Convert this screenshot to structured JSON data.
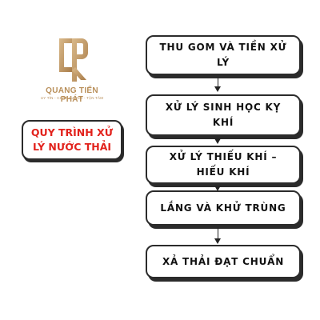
{
  "logo": {
    "brand": "QUANG TIẾN PHÁT",
    "tagline": "UY TÍN - CHẤT LƯỢNG - TẬN TÂM",
    "color": "#b98f5a"
  },
  "title": "QUY TRÌNH XỬ LÝ NƯỚC THẢI",
  "steps": [
    "THU GOM VÀ TIỀN XỬ LÝ",
    "XỬ LÝ SINH HỌC KỴ KHÍ",
    "XỬ LÝ THIẾU KHÍ – HIẾU KHÍ",
    "LẮNG VÀ KHỬ TRÙNG",
    "XẢ THẢI ĐẠT CHUẨN"
  ],
  "colors": {
    "title_text": "#e2221c",
    "border": "#2b2b2b",
    "text": "#111111"
  }
}
